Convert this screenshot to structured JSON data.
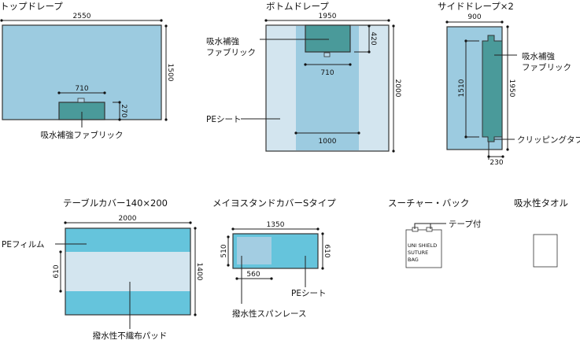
{
  "colors": {
    "light_blue": "#9ccbe0",
    "pale_blue": "#d3e5ef",
    "teal": "#4a9a9a",
    "cyan": "#65c4dc",
    "spunlace": "#a3cde2"
  },
  "top_drape": {
    "title": "トップドレープ",
    "width": "2550",
    "height": "1500",
    "patch_width": "710",
    "patch_height": "270",
    "patch_label": "吸水補強ファブリック"
  },
  "bottom_drape": {
    "title": "ボトムドレープ",
    "width": "1950",
    "height": "2000",
    "patch_height": "420",
    "patch_width": "710",
    "band_width": "1000",
    "patch_label_1": "吸水補強",
    "patch_label_2": "ファブリック",
    "sheet_label": "PEシート"
  },
  "side_drape": {
    "title": "サイドドレープ×2",
    "width": "900",
    "height": "1950",
    "strip_length": "1510",
    "strip_width": "230",
    "patch_label_1": "吸水補強",
    "patch_label_2": "ファブリック",
    "tab_label": "クリッピングタブ"
  },
  "table_cover": {
    "title": "テーブルカバー140×200",
    "width": "2000",
    "height": "1400",
    "pad_width": "610",
    "film_label": "PEフィルム",
    "pad_label": "撥水性不織布パッド"
  },
  "mayo_cover": {
    "title": "メイヨスタンドカバーSタイプ",
    "width": "1350",
    "height": "610",
    "inner_height": "510",
    "inner_width": "560",
    "sheet_label": "PEシート",
    "spunlace_label": "撥水性スパンレース"
  },
  "suture_bag": {
    "title": "スーチャー・バック",
    "tape_label": "テープ付",
    "bag_text": [
      "UNI SHIELD",
      "SUTURE",
      "BAG"
    ]
  },
  "towel": {
    "title": "吸水性タオル"
  }
}
